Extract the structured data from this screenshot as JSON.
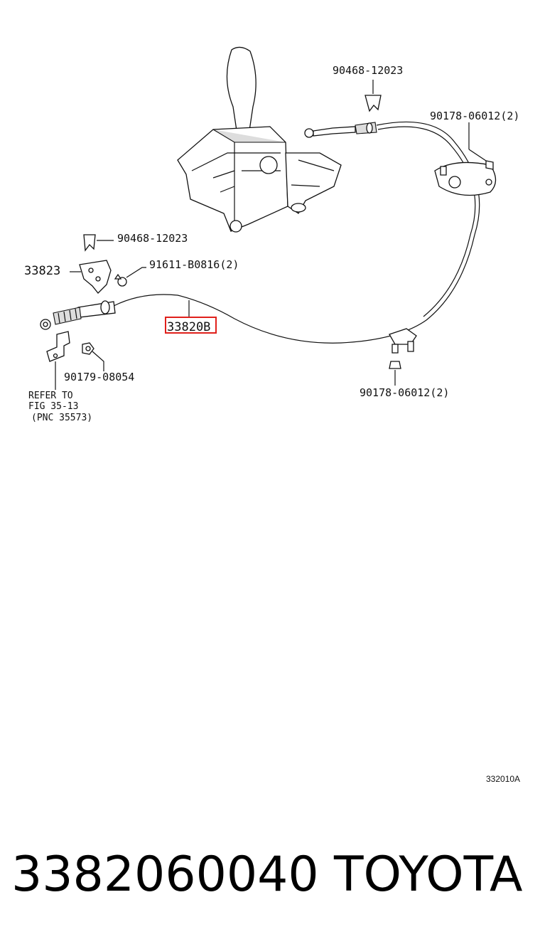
{
  "labels": {
    "clip_top": "90468-12023",
    "nut_top": "90178-06012(2)",
    "clip_left": "90468-12023",
    "bracket": "33823",
    "bolt": "91611-B0816(2)",
    "cable": "33820B",
    "nut_small": "90179-08054",
    "nut_bottom": "90178-06012(2)",
    "refer_1": "REFER TO",
    "refer_2": "FIG 35-13",
    "refer_3": "(PNC 35573)"
  },
  "illustration_code": "332010A",
  "footer": {
    "part_number": "3382060040",
    "brand": "TOYOTA"
  },
  "colors": {
    "highlight": "#e0201b",
    "ink": "#111111"
  }
}
